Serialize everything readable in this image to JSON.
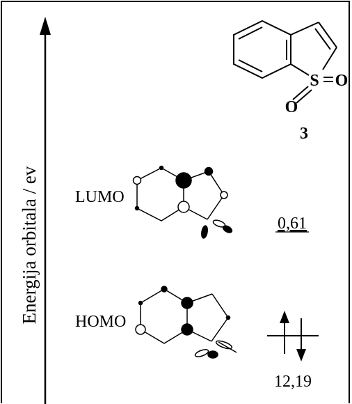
{
  "axis": {
    "label": "Energija orbitala / ev"
  },
  "compound": {
    "number": "3",
    "atoms": {
      "sulfur": "S",
      "oxygen_1": "O",
      "oxygen_2": "O"
    }
  },
  "orbitals": [
    {
      "name": "LUMO",
      "energy": "0,61"
    },
    {
      "name": "HOMO",
      "energy": "12,19"
    }
  ]
}
